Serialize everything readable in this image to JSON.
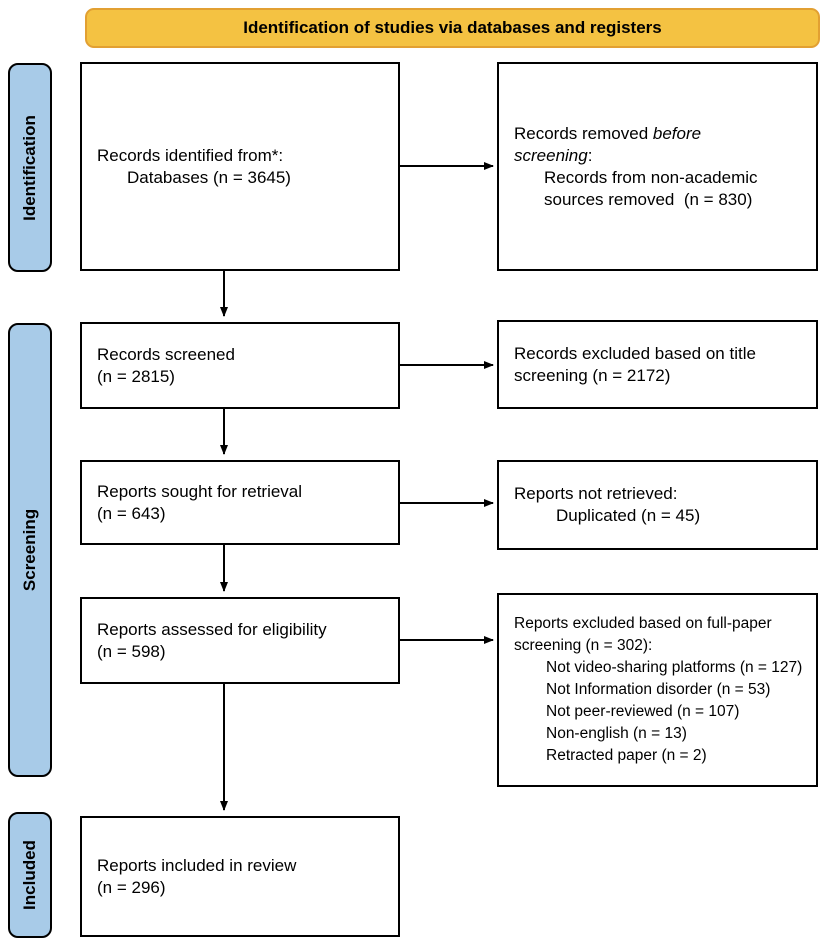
{
  "header": {
    "title": "Identification of studies via databases and registers"
  },
  "colors": {
    "header_fill": "#F4C242",
    "header_border": "#E2A032",
    "stage_fill": "#A8CBE8",
    "box_border": "#000000",
    "arrow": "#000000"
  },
  "stages": {
    "identification": "Identification",
    "screening": "Screening",
    "included": "Included"
  },
  "boxes": {
    "records_identified": {
      "line1": "Records identified from*:",
      "line2": "Databases (n = 3645)"
    },
    "records_removed": {
      "line1_normal": "Records removed ",
      "line1_italic": "before",
      "line2_italic": "screening",
      "line2_normal": ":",
      "line3": "Records from non-academic sources removed  (n = 830)"
    },
    "records_screened": {
      "line1": "Records screened",
      "line2": "(n = 2815)"
    },
    "records_excluded_title": {
      "text": "Records excluded based on title screening (n = 2172)"
    },
    "reports_sought": {
      "line1": "Reports sought for retrieval",
      "line2": "(n = 643)"
    },
    "reports_not_retrieved": {
      "line1": "Reports not retrieved:",
      "line2": "Duplicated (n = 45)"
    },
    "reports_assessed": {
      "line1": "Reports assessed for eligibility",
      "line2": "(n = 598)"
    },
    "reports_excluded_fullpaper": {
      "heading": "Reports excluded based on full-paper screening (n = 302):",
      "reasons": [
        "Not video-sharing platforms (n = 127)",
        "Not Information disorder (n = 53)",
        "Not peer-reviewed (n = 107)",
        "Non-english (n = 13)",
        "Retracted paper (n = 2)"
      ]
    },
    "reports_included": {
      "line1": "Reports included in review",
      "line2": "(n = 296)"
    }
  }
}
